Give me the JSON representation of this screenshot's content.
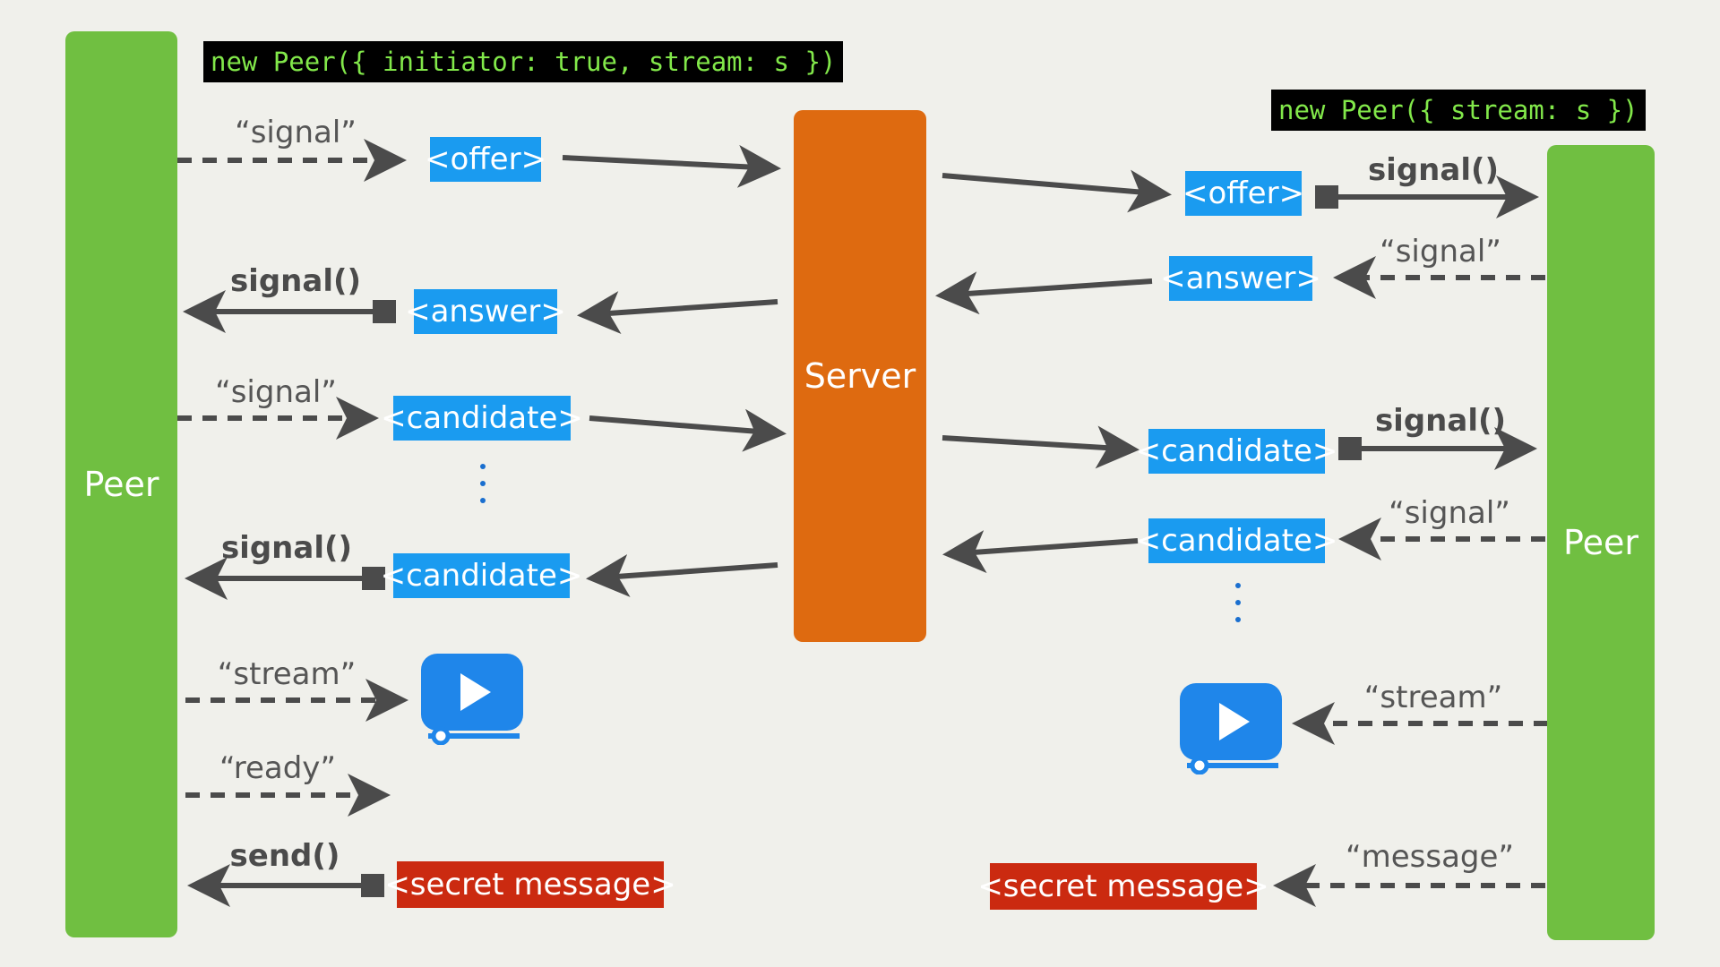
{
  "left_peer": {
    "label": "Peer"
  },
  "right_peer": {
    "label": "Peer"
  },
  "server": {
    "label": "Server"
  },
  "left_code": "new Peer({ initiator: true, stream: s })",
  "right_code": "new Peer({ stream: s })",
  "left_messages": {
    "offer": "<offer>",
    "answer": "<answer>",
    "candidate_out": "<candidate>",
    "candidate_in": "<candidate>",
    "secret": "<secret message>"
  },
  "right_messages": {
    "offer": "<offer>",
    "answer": "<answer>",
    "candidate_in": "<candidate>",
    "candidate_out": "<candidate>",
    "secret": "<secret message>"
  },
  "left_labels": {
    "signal_event_1": "“signal”",
    "signal_call_1": "signal()",
    "signal_event_2": "“signal”",
    "signal_call_2": "signal()",
    "stream_event": "“stream”",
    "ready_event": "“ready”",
    "send_call": "send()"
  },
  "right_labels": {
    "signal_call_1": "signal()",
    "signal_event_1": "“signal”",
    "signal_call_2": "signal()",
    "signal_event_2": "“signal”",
    "stream_event": "“stream”",
    "message_event": "“message”"
  },
  "icons": [
    "video-play-icon",
    "video-play-icon"
  ],
  "colors": {
    "peer": "#70bf41",
    "server": "#de6a10",
    "message_box": "#1a9bf0",
    "secret_box": "#cb2a10",
    "code_bg": "#000000",
    "code_text": "#82e84a",
    "arrow": "#4b4b4b",
    "background": "#f0f0eb"
  }
}
